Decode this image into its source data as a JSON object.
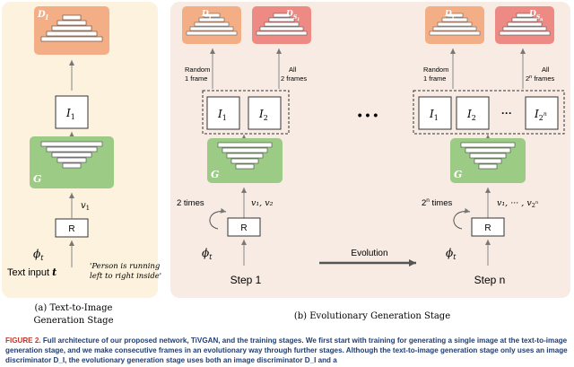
{
  "left_panel": {
    "discriminator": "D",
    "discriminator_sub": "I",
    "image": "I",
    "image_sub": "1",
    "generator": "G",
    "vector": "v",
    "vector_sub": "1",
    "r_block": "R",
    "phi": "ϕ",
    "phi_sub": "t",
    "text_input_label": "Text input",
    "text_input_var": "t",
    "prompt_line1": "'Person is running",
    "prompt_line2": "left to right inside'",
    "stage_line1": "(a) Text-to-Image",
    "stage_line2": "Generation Stage"
  },
  "right_panel": {
    "stage_title": "(b) Evolutionary Generation Stage",
    "ellipsis": "• • •",
    "evolution_label": "Evolution",
    "step1": {
      "title": "Step 1",
      "disc_image": "D",
      "disc_image_sub": "I",
      "disc_seq": "D",
      "disc_seq_sub": "S",
      "disc_seq_subsub": "1",
      "random_line1": "Random",
      "random_line2": "1 frame",
      "all_line1": "All",
      "all_line2": "2 frames",
      "frame1": "I",
      "frame1_sub": "1",
      "frame2": "I",
      "frame2_sub": "2",
      "generator": "G",
      "times_label": "2 times",
      "vectors": "v",
      "vectors_text": "v₁, v₂",
      "r_block": "R",
      "phi": "ϕ",
      "phi_sub": "t"
    },
    "stepn": {
      "title": "Step n",
      "disc_image": "D",
      "disc_image_sub": "I",
      "disc_seq": "D",
      "disc_seq_sub": "S",
      "disc_seq_subsub": "n",
      "random_line1": "Random",
      "random_line2": "1 frame",
      "all_line1": "All",
      "all_line2_prefix": "2",
      "all_line2_exp": "n",
      "all_line2_suffix": " frames",
      "frame1": "I",
      "frame1_sub": "1",
      "frame2": "I",
      "frame2_sub": "2",
      "frame_dots": "···",
      "frame_last": "I",
      "frame_last_sub": "2",
      "frame_last_subsub": "n",
      "generator": "G",
      "times_prefix": "2",
      "times_exp": "n",
      "times_suffix": " times",
      "vectors_text": "v₁, ··· , v",
      "vectors_last_sub": "2",
      "vectors_last_subsub": "n",
      "r_block": "R",
      "phi": "ϕ",
      "phi_sub": "t"
    }
  },
  "caption": {
    "lead": "FIGURE 2.",
    "text": "Full architecture of our proposed network, TiVGAN, and the training stages. We first start with training for generating a single image at the text-to-image generation stage, and we make consecutive frames in an evolutionary way through further stages. Although the text-to-image generation stage only uses an image discriminator D_I, the evolutionary generation stage uses both an image discriminator D_I and a"
  },
  "colors": {
    "left_bg": "#fcf2dd",
    "right_bg": "#f7ebe3",
    "discriminator_image": "#f4ae85",
    "discriminator_seq": "#ee8a84",
    "generator": "#9ccb86",
    "caption_lead": "#c0392b",
    "caption_text": "#1f3f73"
  }
}
